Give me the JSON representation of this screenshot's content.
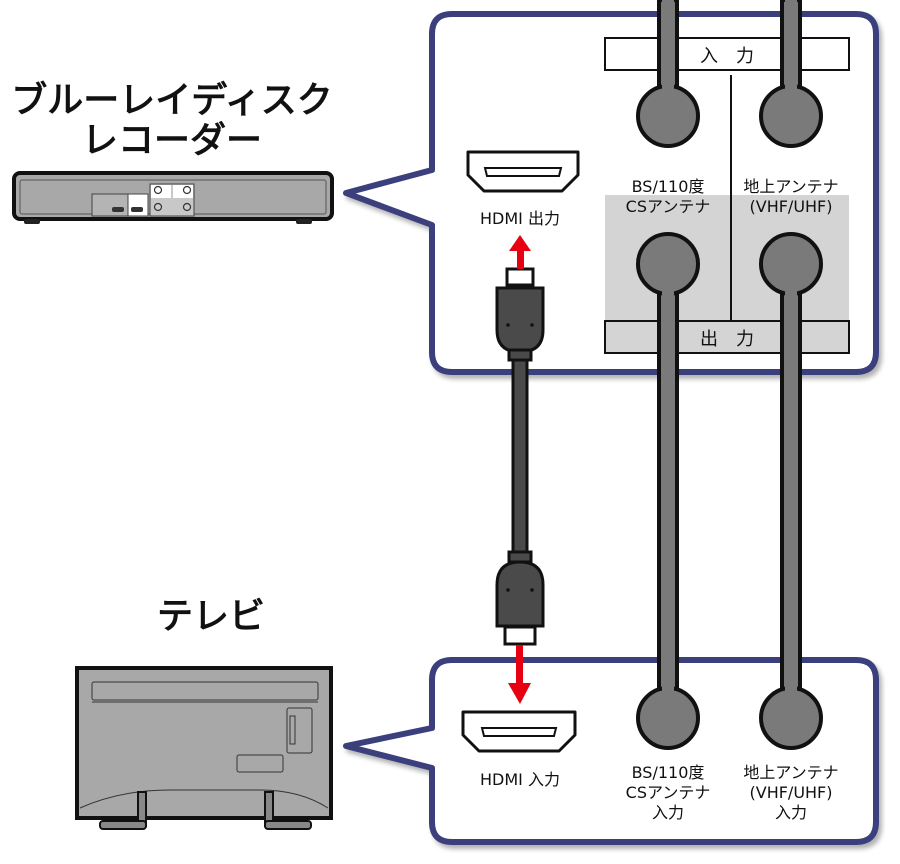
{
  "devices": {
    "recorder": {
      "title_line1": "ブルーレイディスク",
      "title_line2": "レコーダー"
    },
    "tv": {
      "title": "テレビ"
    }
  },
  "recorder_panel": {
    "hdmi_label": "HDMI 出力",
    "input_bar_label": "入　力",
    "output_bar_label": "出　力",
    "bs_label_line1": "BS/110度",
    "bs_label_line2": "CSアンテナ",
    "terrestrial_label_line1": "地上アンテナ",
    "terrestrial_label_line2": "(VHF/UHF)"
  },
  "tv_panel": {
    "hdmi_label": "HDMI 入力",
    "bs_label_line1": "BS/110度",
    "bs_label_line2": "CSアンテナ",
    "bs_label_line3": "入力",
    "terrestrial_label_line1": "地上アンテナ",
    "terrestrial_label_line2": "(VHF/UHF)",
    "terrestrial_label_line3": "入力"
  },
  "colors": {
    "frame": "#3b3f7c",
    "arrow": "#e60012",
    "cable": "#7a7a7a",
    "hdmi_plug": "#4a4a4a",
    "device_body": "#a8a8a8",
    "panel_gray": "#d4d4d4"
  }
}
